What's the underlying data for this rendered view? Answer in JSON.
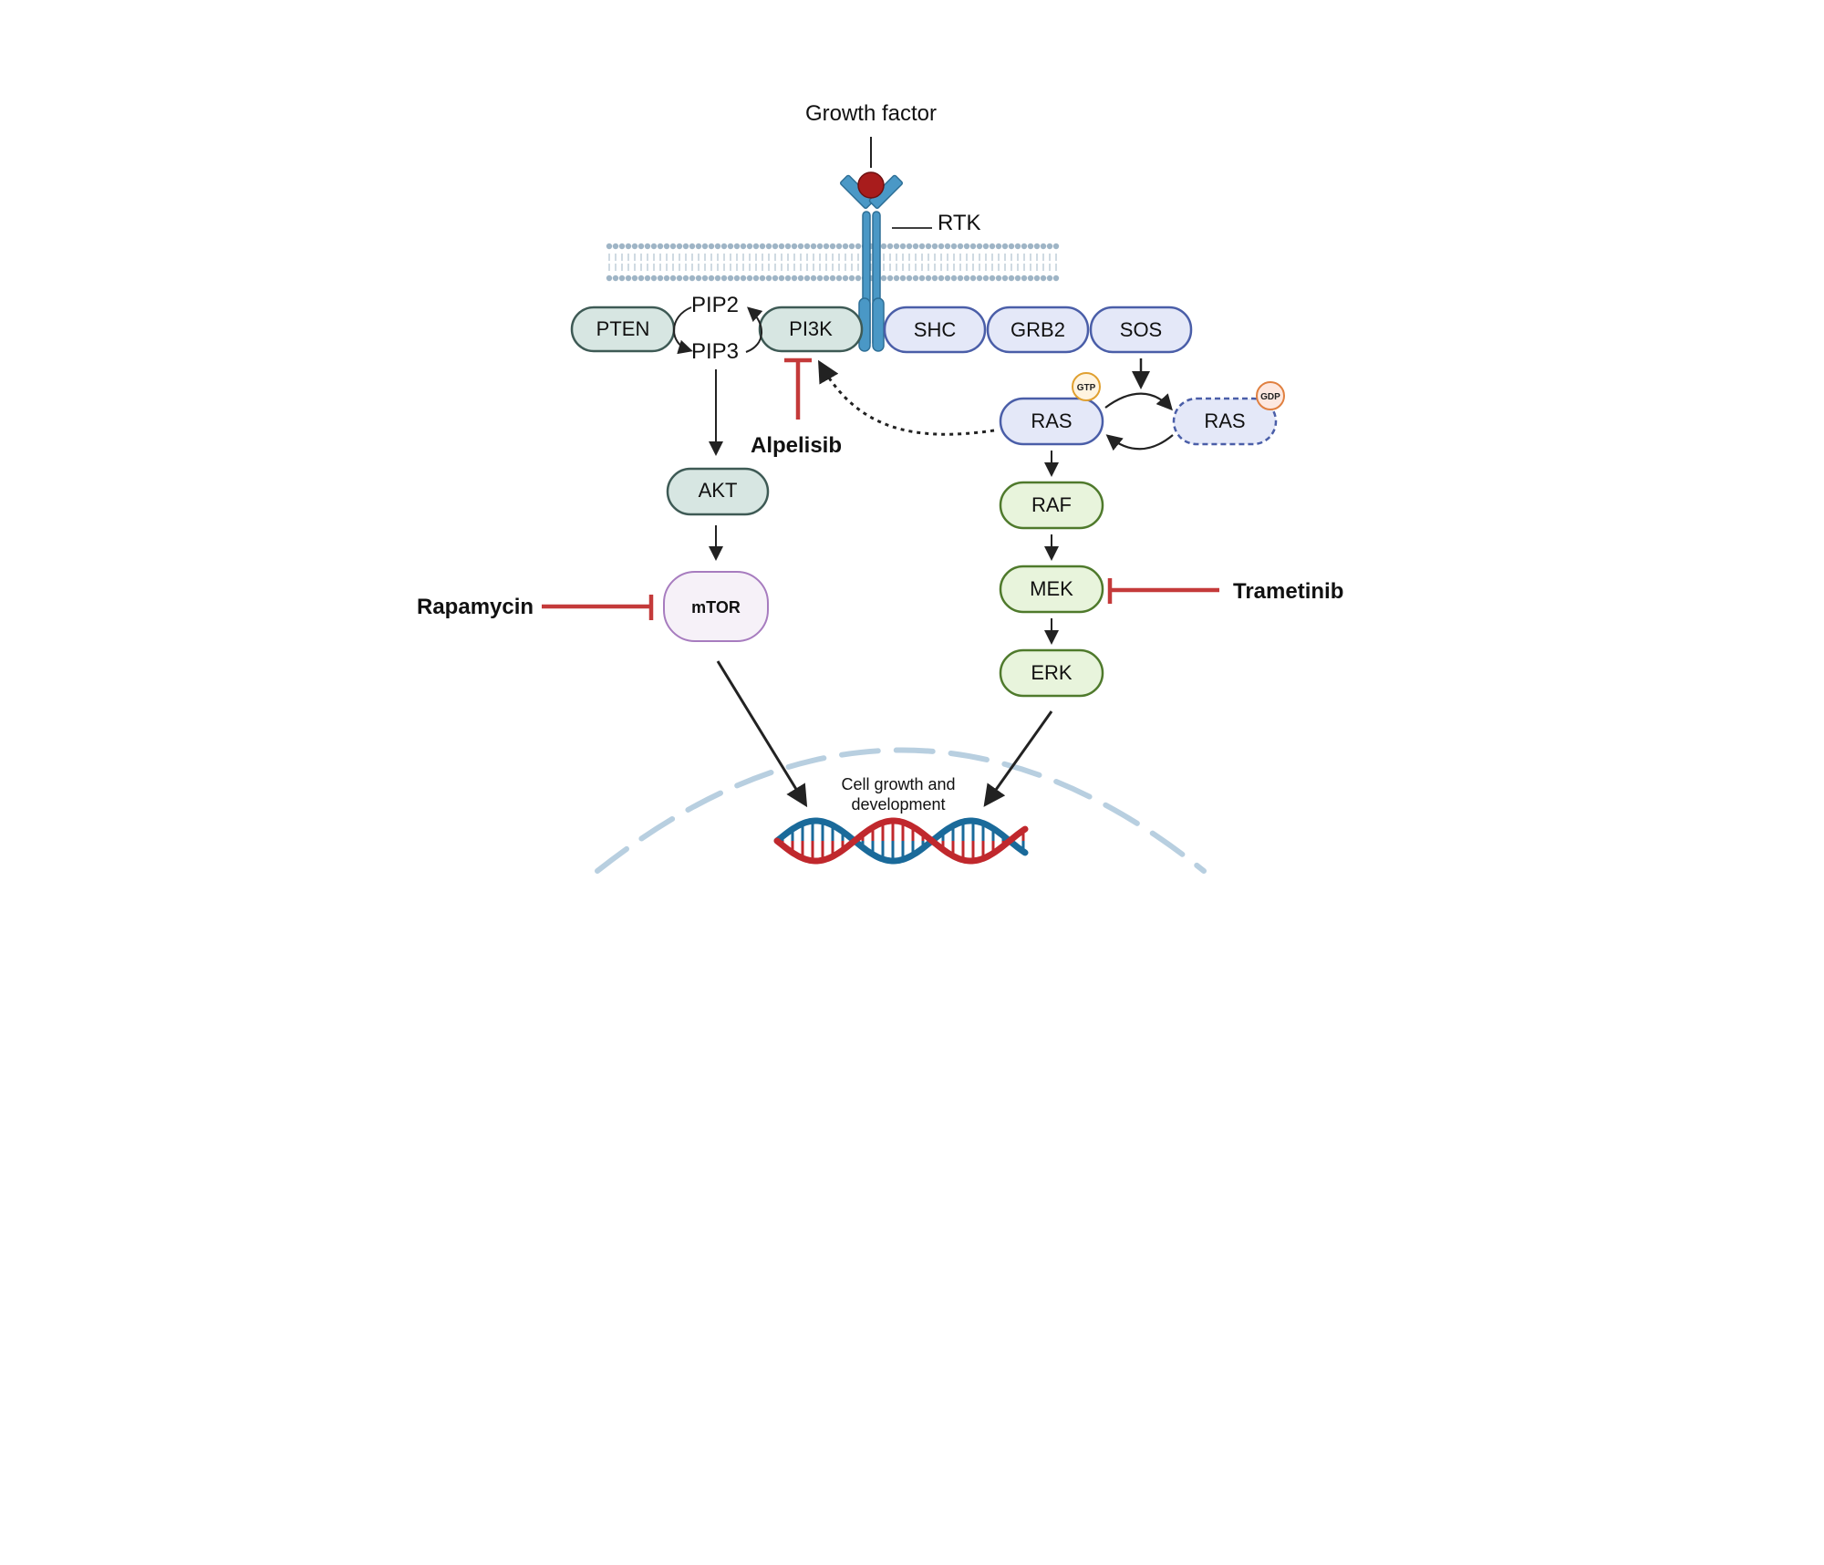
{
  "labels": {
    "growth_factor": "Growth factor",
    "rtk": "RTK",
    "pip2": "PIP2",
    "pip3": "PIP3",
    "cell_growth_line1": "Cell growth and",
    "cell_growth_line2": "development"
  },
  "nodes": {
    "pten": "PTEN",
    "pi3k": "PI3K",
    "shc": "SHC",
    "grb2": "GRB2",
    "sos": "SOS",
    "ras_active": "RAS",
    "ras_inactive": "RAS",
    "akt": "AKT",
    "mtor": "mTOR",
    "raf": "RAF",
    "mek": "MEK",
    "erk": "ERK"
  },
  "badges": {
    "gtp": "GTP",
    "gdp": "GDP"
  },
  "drugs": {
    "alpelisib": "Alpelisib",
    "rapamycin": "Rapamycin",
    "trametinib": "Trametinib"
  },
  "colors": {
    "pi3k_fill": "#d7e6e2",
    "pi3k_stroke": "#3e5a55",
    "ras_fill": "#e4e8f8",
    "ras_stroke": "#4a5ea8",
    "mapk_fill": "#e8f4dc",
    "mapk_stroke": "#4f7a2c",
    "mtor_fill": "#f6f1f8",
    "mtor_stroke": "#a77cbf",
    "inhibitor": "#c43a3a",
    "receptor": "#4a98c6",
    "ligand": "#a81c1c",
    "membrane": "#9fb5c6",
    "dna_red": "#c0282d",
    "dna_blue": "#1a6a9a"
  }
}
